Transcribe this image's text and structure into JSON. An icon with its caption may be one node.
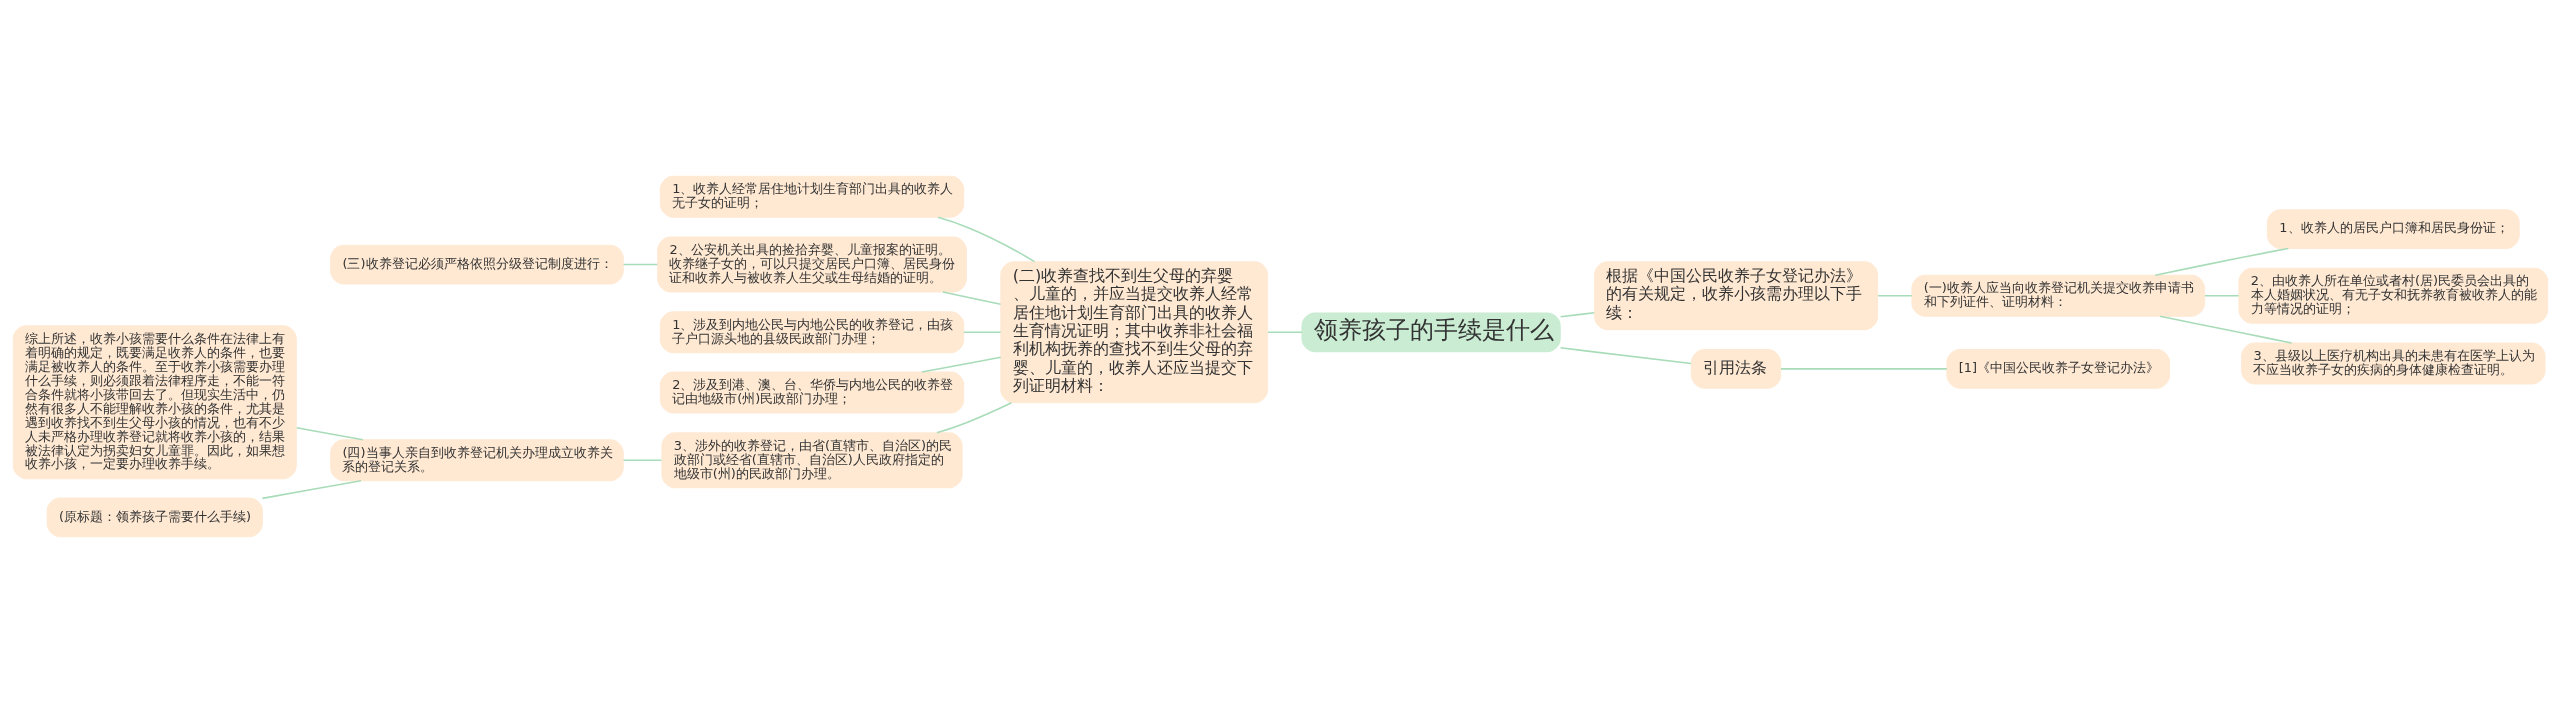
{
  "diagram": {
    "nodes": [
      {
        "text": [
          "领养孩子的手续是什么"
        ]
      },
      {
        "text": [
          "(二)收养查找不到生父母的弃婴、儿童的，并应当提交收养人经常居住地计划生育部门出具的收养人生育情况证明；其中收养非社会福利机构抚养的查找不到生父母的弃婴、儿童的，收养人还应当提交下列证明材料："
        ]
      },
      {
        "text": [
          "1、收养人经常居住地计划生育部门出具的收养人无子女的证明；"
        ]
      },
      {
        "text": [
          "2、公安机关出具的捡拾弃婴、儿童报案的证明。收养继子女的，可以只提交居民户口簿、居民身份证和收养人与被收养人生父或生母结婚的证明。"
        ]
      },
      {
        "text": [
          "(三)收养登记必须严格依照分级登记制度进行："
        ]
      },
      {
        "text": [
          "1、涉及到内地公民与内地公民的收养登记，由孩子户口源头地的县级民政部门办理；"
        ]
      },
      {
        "text": [
          "2、涉及到港、澳、台、华侨与内地公民的收养登记由地级市(州)民政部门办理；"
        ]
      },
      {
        "text": [
          "3、涉外的收养登记，由省(直辖市、自治区)的民政部门或经省(直辖市、自治区)人民政府指定的地级市(州)的民政部门办理。"
        ]
      },
      {
        "text": [
          "(四)当事人亲自到收养登记机关办理成立收养关系的登记关系。"
        ]
      },
      {
        "text": [
          "综上所述，收养小孩需要什么条件在法律上有着明确的规定，既要满足收养人的条件，也要满足被收养人的条件。至于收养小孩需要办理什么手续，则必须跟着法律程序走，不能一符合条件就将小孩带回去了。但现实生活中，仍然有很多人不能理解收养小孩的条件，尤其是遇到收养找不到生父母小孩的情况，也有不少人未严格办理收养登记就将收养小孩的，结果被法律认定为拐卖妇女儿童罪。因此，如果想收养小孩，一定要办理收养手续。"
        ]
      },
      {
        "text": [
          "(原标题：领养孩子需要什么手续)"
        ]
      },
      {
        "text": [
          "根据《中国公民收养子女登记办法》的有关规定，收养小孩需办理以下手续："
        ]
      },
      {
        "text": [
          "(一)收养人应当向收养登记机关提交收养申请书和下列证件、证明材料："
        ]
      },
      {
        "text": [
          "1、收养人的居民户口簿和居民身份证；"
        ]
      },
      {
        "text": [
          "2、由收养人所在单位或者村(居)民委员会出具的本人婚姻状况、有无子女和抚养教育被收养人的能力等情况的证明；"
        ]
      },
      {
        "text": [
          "3、县级以上医疗机构出具的未患有在医学上认为不应当收养子女的疾病的身体健康检查证明。"
        ]
      },
      {
        "text": [
          "引用法条"
        ]
      },
      {
        "text": [
          "[1]《中国公民收养子女登记办法》"
        ]
      }
    ],
    "edges": [
      {
        "from": 0,
        "to": 1,
        "arrow": "none"
      },
      {
        "from": 1,
        "to": 2,
        "arrow": "none"
      },
      {
        "from": 1,
        "to": 3,
        "arrow": "none"
      },
      {
        "from": 3,
        "to": 4,
        "arrow": "none"
      },
      {
        "from": 1,
        "to": 5,
        "arrow": "none"
      },
      {
        "from": 1,
        "to": 6,
        "arrow": "none"
      },
      {
        "from": 1,
        "to": 7,
        "arrow": "none"
      },
      {
        "from": 7,
        "to": 8,
        "arrow": "none"
      },
      {
        "from": 8,
        "to": 9,
        "arrow": "none"
      },
      {
        "from": 8,
        "to": 10,
        "arrow": "none"
      },
      {
        "from": 0,
        "to": 11,
        "arrow": "none"
      },
      {
        "from": 11,
        "to": 12,
        "arrow": "none"
      },
      {
        "from": 12,
        "to": 13,
        "arrow": "none"
      },
      {
        "from": 12,
        "to": 14,
        "arrow": "none"
      },
      {
        "from": 12,
        "to": 15,
        "arrow": "none"
      },
      {
        "from": 0,
        "to": 16,
        "arrow": "none"
      },
      {
        "from": 16,
        "to": 17,
        "arrow": "none"
      }
    ]
  }
}
